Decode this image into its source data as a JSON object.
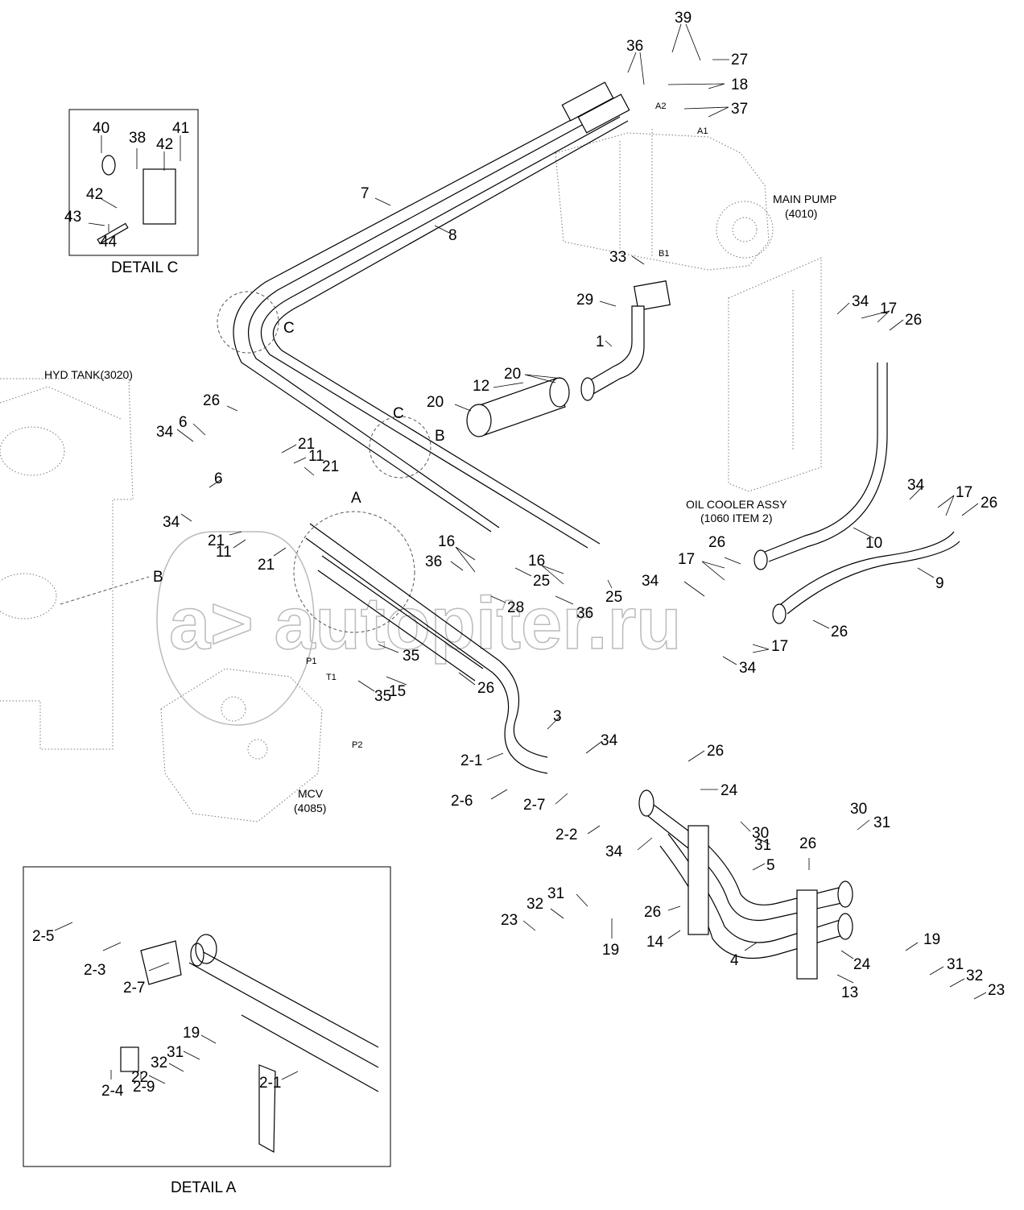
{
  "title": "Hydraulic piping - main pump / MCV / oil cooler",
  "assemblies": {
    "main_pump": [
      "MAIN PUMP",
      "(4010)"
    ],
    "hyd_tank": "HYD TANK(3020)",
    "oil_cooler": [
      "OIL COOLER ASSY",
      "(1060 ITEM 2)"
    ],
    "mcv": [
      "MCV",
      "(4085)"
    ]
  },
  "details": {
    "detail_c": "DETAIL C",
    "detail_a": "DETAIL A"
  },
  "port_labels": {
    "a1": "A1",
    "a2": "A2",
    "b1": "B1",
    "p1": "P1",
    "p2": "P2",
    "t1": "T1"
  },
  "detail_refs": {
    "c_upper": "C",
    "c_lower": "C",
    "a": "A",
    "b_main": "B",
    "b_tank": "B"
  },
  "callouts": [
    {
      "id": "c39",
      "text": "39"
    },
    {
      "id": "c36a",
      "text": "36"
    },
    {
      "id": "c27",
      "text": "27"
    },
    {
      "id": "c18",
      "text": "18"
    },
    {
      "id": "c37",
      "text": "37"
    },
    {
      "id": "c7",
      "text": "7"
    },
    {
      "id": "c8",
      "text": "8"
    },
    {
      "id": "c33",
      "text": "33"
    },
    {
      "id": "c29",
      "text": "29"
    },
    {
      "id": "c1",
      "text": "1"
    },
    {
      "id": "c20a",
      "text": "20"
    },
    {
      "id": "c12",
      "text": "12"
    },
    {
      "id": "c20b",
      "text": "20"
    },
    {
      "id": "c34a",
      "text": "34"
    },
    {
      "id": "c17a",
      "text": "17"
    },
    {
      "id": "c26a",
      "text": "26"
    },
    {
      "id": "c26b",
      "text": "26"
    },
    {
      "id": "c6a",
      "text": "6"
    },
    {
      "id": "c34b",
      "text": "34"
    },
    {
      "id": "c21a",
      "text": "21"
    },
    {
      "id": "c11a",
      "text": "11"
    },
    {
      "id": "c21b",
      "text": "21"
    },
    {
      "id": "c6b",
      "text": "6"
    },
    {
      "id": "c34c",
      "text": "34"
    },
    {
      "id": "c21c",
      "text": "21"
    },
    {
      "id": "c11b",
      "text": "11"
    },
    {
      "id": "c21d",
      "text": "21"
    },
    {
      "id": "c16a",
      "text": "16"
    },
    {
      "id": "c36b",
      "text": "36"
    },
    {
      "id": "c16b",
      "text": "16"
    },
    {
      "id": "c25a",
      "text": "25"
    },
    {
      "id": "c25b",
      "text": "25"
    },
    {
      "id": "c28",
      "text": "28"
    },
    {
      "id": "c36c",
      "text": "36"
    },
    {
      "id": "c34d",
      "text": "34"
    },
    {
      "id": "c26c",
      "text": "26"
    },
    {
      "id": "c17b",
      "text": "17"
    },
    {
      "id": "c10",
      "text": "10"
    },
    {
      "id": "c34e",
      "text": "34"
    },
    {
      "id": "c17c",
      "text": "17"
    },
    {
      "id": "c26d",
      "text": "26"
    },
    {
      "id": "c9",
      "text": "9"
    },
    {
      "id": "c26e",
      "text": "26"
    },
    {
      "id": "c17d",
      "text": "17"
    },
    {
      "id": "c34f",
      "text": "34"
    },
    {
      "id": "c35a",
      "text": "35"
    },
    {
      "id": "c35b",
      "text": "35"
    },
    {
      "id": "c15",
      "text": "15"
    },
    {
      "id": "c26f",
      "text": "26"
    },
    {
      "id": "c3",
      "text": "3"
    },
    {
      "id": "c2_1a",
      "text": "2-1"
    },
    {
      "id": "c34g",
      "text": "34"
    },
    {
      "id": "c2_6",
      "text": "2-6"
    },
    {
      "id": "c2_7a",
      "text": "2-7"
    },
    {
      "id": "c26g",
      "text": "26"
    },
    {
      "id": "c24a",
      "text": "24"
    },
    {
      "id": "c2_2",
      "text": "2-2"
    },
    {
      "id": "c34h",
      "text": "34"
    },
    {
      "id": "c30a",
      "text": "30"
    },
    {
      "id": "c30b",
      "text": "30"
    },
    {
      "id": "c31a",
      "text": "31"
    },
    {
      "id": "c31b",
      "text": "31"
    },
    {
      "id": "c26h",
      "text": "26"
    },
    {
      "id": "c5",
      "text": "5"
    },
    {
      "id": "c31c",
      "text": "31"
    },
    {
      "id": "c32a",
      "text": "32"
    },
    {
      "id": "c23a",
      "text": "23"
    },
    {
      "id": "c26i",
      "text": "26"
    },
    {
      "id": "c19a",
      "text": "19"
    },
    {
      "id": "c14",
      "text": "14"
    },
    {
      "id": "c4",
      "text": "4"
    },
    {
      "id": "c24b",
      "text": "24"
    },
    {
      "id": "c13",
      "text": "13"
    },
    {
      "id": "c19b",
      "text": "19"
    },
    {
      "id": "c31d",
      "text": "31"
    },
    {
      "id": "c32b",
      "text": "32"
    },
    {
      "id": "c23b",
      "text": "23"
    }
  ],
  "detail_c_callouts": [
    {
      "id": "d40",
      "text": "40"
    },
    {
      "id": "d38",
      "text": "38"
    },
    {
      "id": "d42a",
      "text": "42"
    },
    {
      "id": "d41",
      "text": "41"
    },
    {
      "id": "d42b",
      "text": "42"
    },
    {
      "id": "d43",
      "text": "43"
    },
    {
      "id": "d44",
      "text": "44"
    }
  ],
  "detail_a_callouts": [
    {
      "id": "a2_5",
      "text": "2-5"
    },
    {
      "id": "a2_3",
      "text": "2-3"
    },
    {
      "id": "a2_7",
      "text": "2-7"
    },
    {
      "id": "a2_4",
      "text": "2-4"
    },
    {
      "id": "a2_9",
      "text": "2-9"
    },
    {
      "id": "a19",
      "text": "19"
    },
    {
      "id": "a31",
      "text": "31"
    },
    {
      "id": "a32",
      "text": "32"
    },
    {
      "id": "a22",
      "text": "22"
    },
    {
      "id": "a2_1",
      "text": "2-1"
    }
  ],
  "watermark": "a> autopiter.ru"
}
